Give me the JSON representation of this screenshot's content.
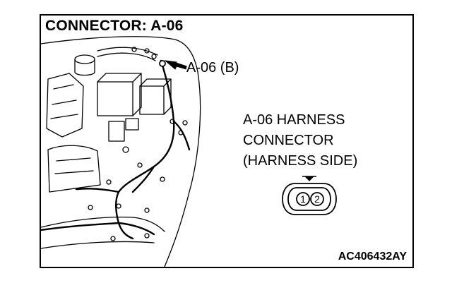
{
  "title": "CONNECTOR: A-06",
  "callout_label": "A-06 (B)",
  "harness_label_lines": [
    "A-06 HARNESS",
    "CONNECTOR",
    "(HARNESS SIDE)"
  ],
  "pins": [
    "1",
    "2"
  ],
  "figure_code": "AC406432AY"
}
